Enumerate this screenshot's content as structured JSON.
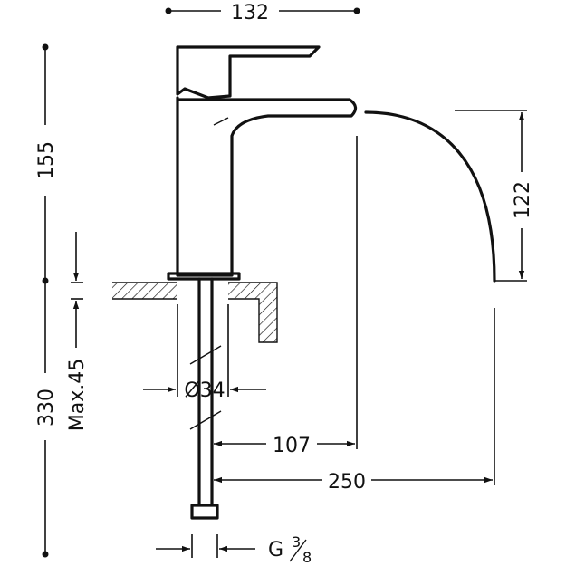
{
  "dimensions": {
    "width_top": "132",
    "height_body": "155",
    "height_total": "330",
    "max_deck": "Max.45",
    "outlet_height": "122",
    "hose_diameter": "Ø34",
    "reach": "107",
    "reach_total": "250",
    "connection_prefix": "G",
    "connection_num": "3",
    "connection_den": "8"
  }
}
